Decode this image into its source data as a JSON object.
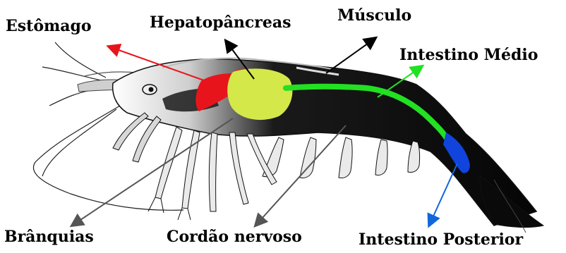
{
  "labels": {
    "estomago": "Estômago",
    "hepatopancreas": "Hepatopâncreas",
    "musculo": "Músculo",
    "intestino_medio": "Intestino Médio",
    "branquias": "Brânquias",
    "cordao_nervoso": "Cordão nervoso",
    "intestino_posterior": "Intestino Posterior"
  },
  "colors": {
    "estomago": "#e8141c",
    "hepatopancreas": "#d4e84a",
    "intestino_medio": "#22e022",
    "intestino_posterior": "#1144dd",
    "body": "#0a0a0a",
    "arrow_black": "#000000",
    "arrow_gray": "#555555"
  }
}
